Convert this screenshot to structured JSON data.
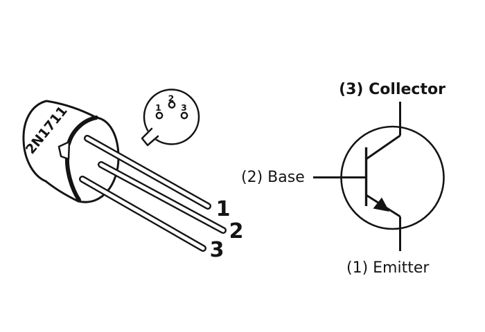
{
  "page": {
    "background_color": "#ffffff",
    "ink_color": "#141414",
    "description": "2N1711 transistor TO-39 package pinout and NPN schematic symbol"
  },
  "package_view": {
    "part_number": "2N1711",
    "lead_labels": [
      "1",
      "2",
      "3"
    ]
  },
  "bottom_view": {
    "pin_labels": [
      "1",
      "2",
      "3"
    ],
    "tab_icon": "case-index-tab"
  },
  "schematic": {
    "type": "npn-transistor-symbol",
    "collector_label": "(3) Collector",
    "base_label": "(2) Base",
    "emitter_label": "(1) Emitter",
    "emitter_arrow_icon": "filled-triangle-arrow"
  }
}
